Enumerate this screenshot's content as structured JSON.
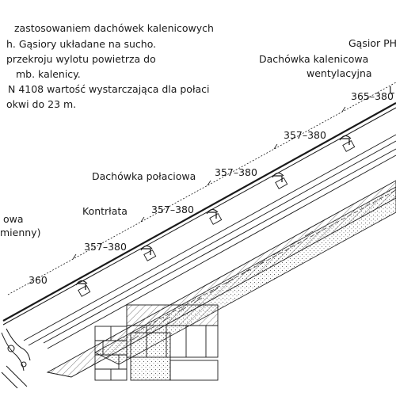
{
  "notes": [
    "zastosowaniem dachówek kalenicowych",
    "h. Gąsiory układane na sucho.",
    "przekroju wylotu powietrza do",
    "mb. kalenicy.",
    "N 4108 wartość wystarczająca dla połaci",
    "okwi do 23 m."
  ],
  "labels": {
    "gasior": "Gąsior PH",
    "dachowka_kalenicowa_1": "Dachówka kalenicowa",
    "dachowka_kalenicowa_2": "wentylacyjna",
    "letter_l": "L",
    "dachowka_polaciowa": "Dachówka połaciowa",
    "kontrlata": "Kontrłata",
    "left_1": "owa",
    "left_2": "mienny)"
  },
  "dimensions": [
    "360",
    "357–380",
    "357–380",
    "357–380",
    "357–380",
    "365–380"
  ],
  "colors": {
    "line": "#1a1a1a",
    "hatch": "#555555",
    "background": "#ffffff"
  }
}
